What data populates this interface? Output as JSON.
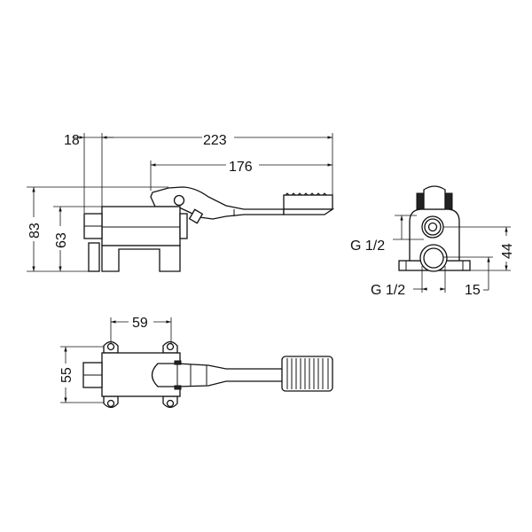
{
  "title": "Foot pedal valve dimension drawing",
  "side_view": {
    "dim_offset": "18",
    "dim_total_length": "223",
    "dim_lever_length": "176",
    "dim_total_height": "83",
    "dim_body_height": "63"
  },
  "front_view": {
    "dim_inlet_upper": "G 1/2",
    "dim_inlet_lower": "G 1/2",
    "dim_height": "44",
    "dim_base": "15"
  },
  "top_view": {
    "dim_hole_spacing": "59",
    "dim_width": "55"
  },
  "colors": {
    "line": "#111111",
    "background": "#ffffff"
  }
}
